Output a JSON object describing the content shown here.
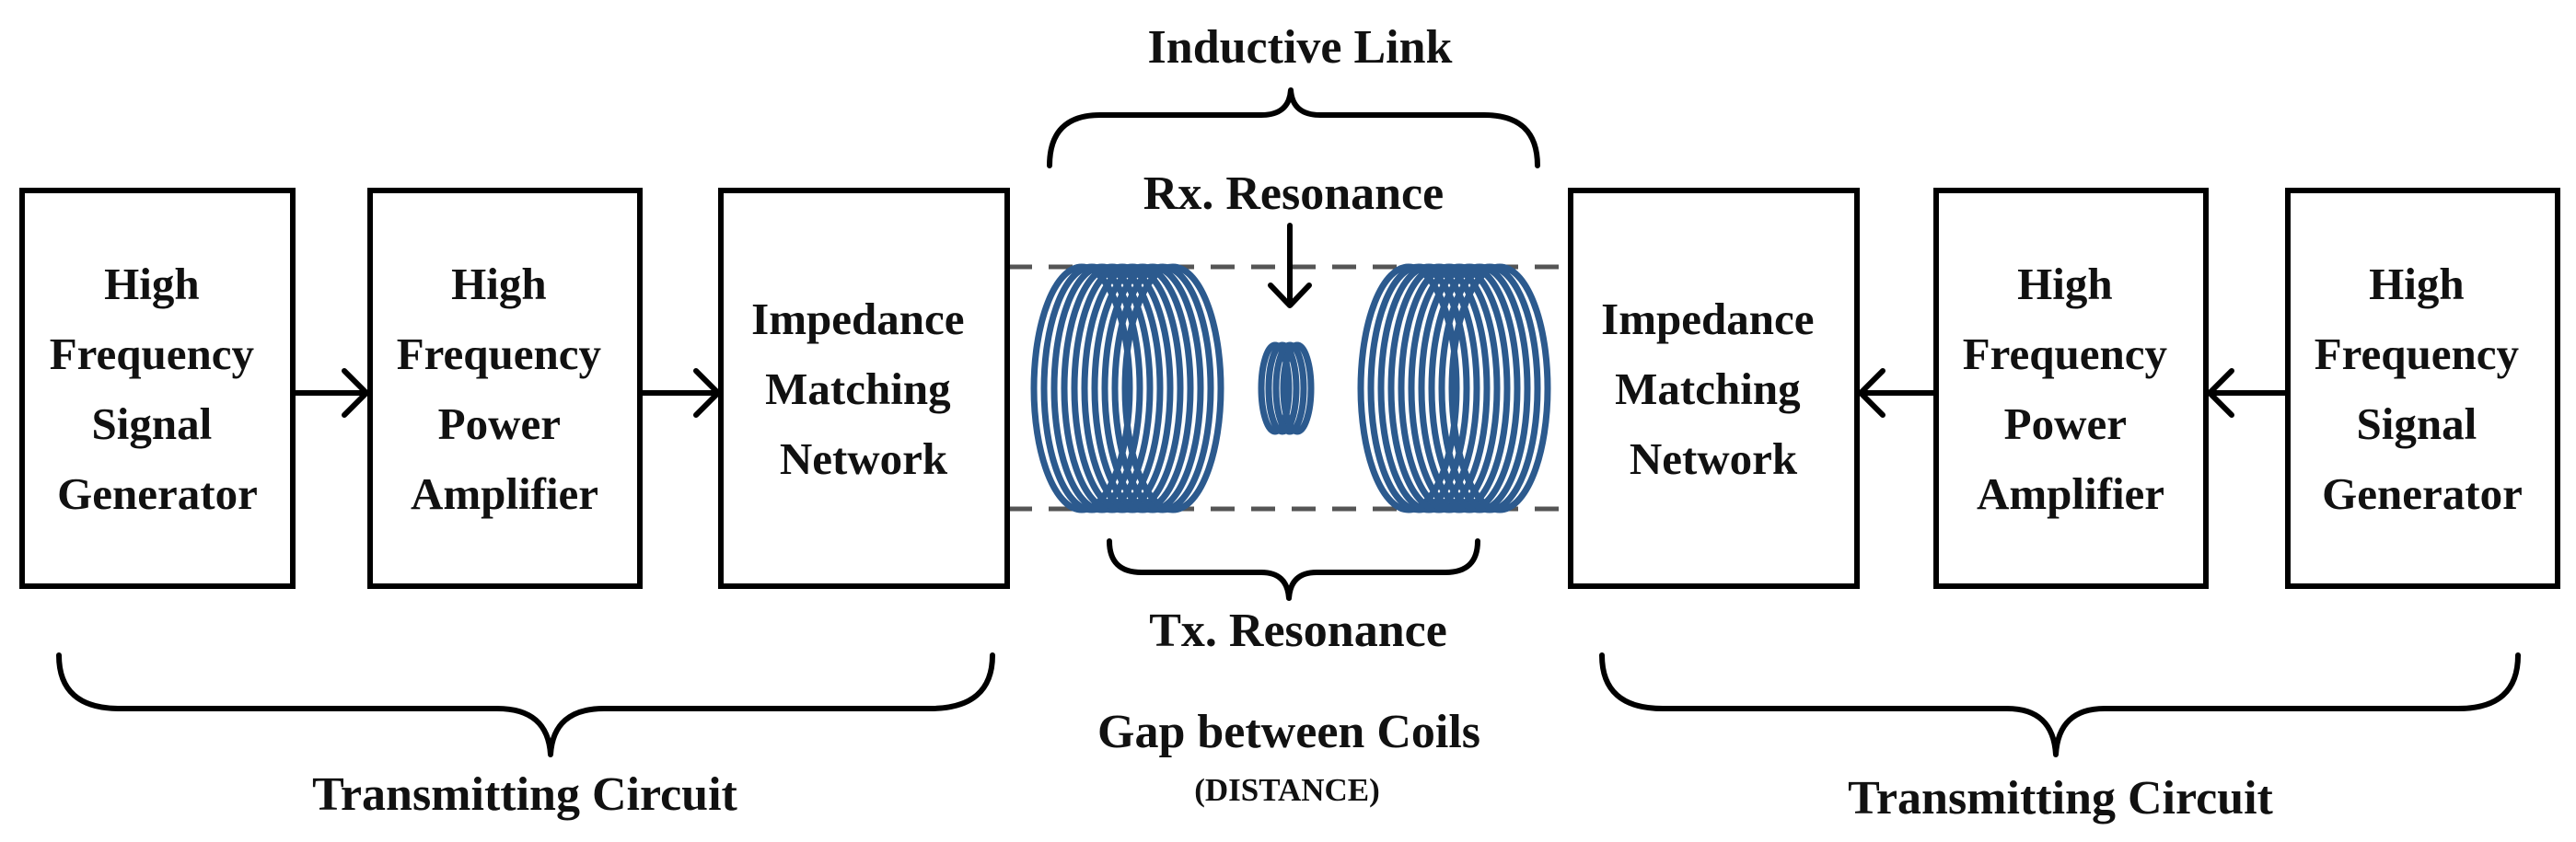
{
  "blocks": {
    "left_signal_generator": [
      "High",
      "Frequency",
      "Signal",
      "Generator"
    ],
    "left_power_amplifier": [
      "High",
      "Frequency",
      "Power",
      "Amplifier"
    ],
    "left_impedance_network": [
      "Impedance",
      "Matching",
      "Network"
    ],
    "right_impedance_network": [
      "Impedance",
      "Matching",
      "Network"
    ],
    "right_power_amplifier": [
      "High",
      "Frequency",
      "Power",
      "Amplifier"
    ],
    "right_signal_generator": [
      "High",
      "Frequency",
      "Signal",
      "Generator"
    ]
  },
  "labels": {
    "inductive_link": "Inductive Link",
    "rx_resonance": "Rx. Resonance",
    "tx_resonance": "Tx. Resonance",
    "gap_between_coils": "Gap between Coils",
    "distance": "(DISTANCE)",
    "left_circuit": "Transmitting Circuit",
    "right_circuit": "Transmitting Circuit"
  },
  "colors": {
    "coil": "#2c5a8e",
    "outline": "#000000",
    "dashed_guide": "#555555"
  }
}
